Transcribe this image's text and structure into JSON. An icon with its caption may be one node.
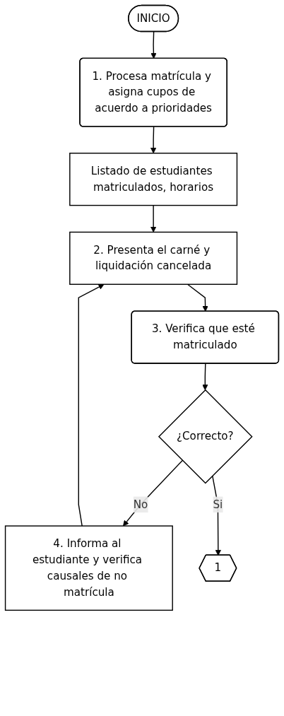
{
  "diagram": {
    "nodes": [
      {
        "text": [
          "INICIO"
        ]
      },
      {
        "text": [
          "1. Procesa matrícula y asigna cupos de acuerdo a prioridades"
        ]
      },
      {
        "text": [
          "Listado de estudiantes matriculados, horarios"
        ]
      },
      {
        "text": [
          "2. Presenta el carné y liquidación cancelada"
        ]
      },
      {
        "text": [
          "3. Verifica que esté matriculado"
        ]
      },
      {
        "text": [
          "¿Correcto?"
        ]
      },
      {
        "text": [
          "4. Informa al estudiante y verifica causales de no matrícula"
        ]
      },
      {
        "text": [
          "1"
        ]
      }
    ],
    "edges": [
      {
        "from": 0,
        "to": 1,
        "arrow": "to"
      },
      {
        "from": 1,
        "to": 2,
        "arrow": "to"
      },
      {
        "from": 2,
        "to": 3,
        "arrow": "to"
      },
      {
        "from": 3,
        "to": 4,
        "arrow": "to"
      },
      {
        "from": 4,
        "to": 5,
        "arrow": "to"
      },
      {
        "from": 5,
        "to": 6,
        "label": "No",
        "arrow": "to"
      },
      {
        "from": 6,
        "to": 3,
        "arrow": "to"
      },
      {
        "from": 5,
        "to": 7,
        "label": "Si",
        "arrow": "to"
      }
    ]
  }
}
